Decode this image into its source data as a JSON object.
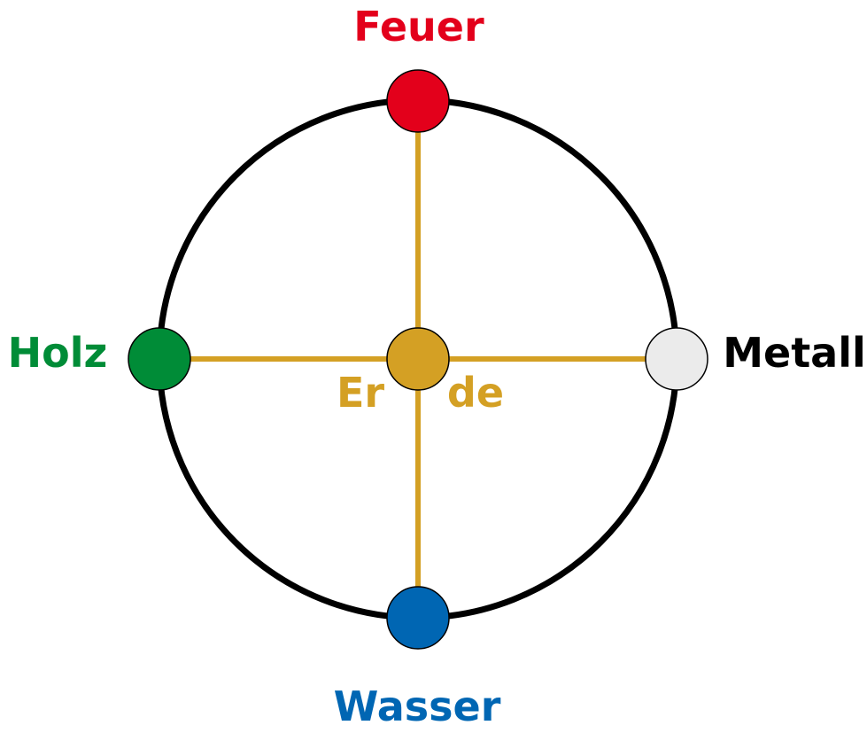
{
  "diagram": {
    "colors": {
      "ring": "#000000",
      "cross": "#D4A024",
      "node_outline": "#000000"
    },
    "elements": {
      "feuer": {
        "label": "Feuer",
        "color": "#E3001B",
        "label_color": "#E3001B"
      },
      "holz": {
        "label": "Holz",
        "color": "#008C37",
        "label_color": "#008C37"
      },
      "metall": {
        "label": "Metall",
        "color": "#EBEBEB",
        "label_color": "#000000"
      },
      "wasser": {
        "label": "Wasser",
        "color": "#0066B3",
        "label_color": "#0066B3"
      },
      "erde": {
        "label_left": "Er",
        "label_right": "de",
        "color": "#D4A024",
        "label_color": "#D4A024"
      }
    }
  }
}
